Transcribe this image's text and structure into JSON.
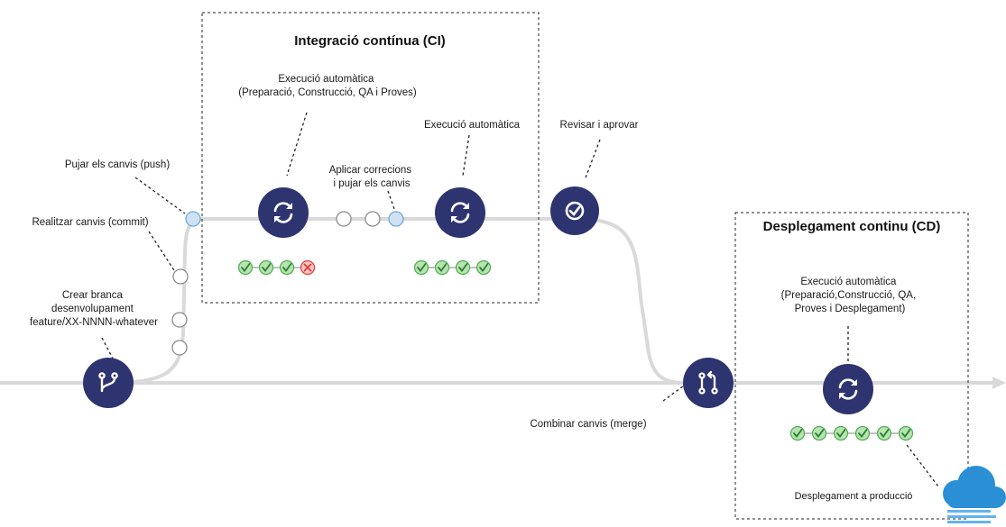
{
  "diagram": {
    "colors": {
      "line": "#d9d9d9",
      "node": "#2e3470",
      "commit_fill": "#ffffff",
      "commit_stroke": "#8a8a8a",
      "push_fill": "#cfe2f3",
      "push_stroke": "#6fa8dc",
      "check_fill": "#b6e3b0",
      "check_stroke": "#4caf50",
      "fail_fill": "#f4c7c7",
      "fail_stroke": "#e53935",
      "cloud": "#2b8fd6"
    },
    "boxes": {
      "ci_title": "Integració contínua (CI)",
      "cd_title": "Desplegament continu (CD)"
    },
    "labels": {
      "ci_auto_1": [
        "Execució automàtica",
        "(Preparació, Construcció, QA i Proves)"
      ],
      "ci_auto_2": [
        "Execució automàtica"
      ],
      "apply_fixes": [
        "Aplicar correcions",
        "i pujar els canvis"
      ],
      "review": [
        "Revisar i aprovar"
      ],
      "push": [
        "Pujar els canvis (push)"
      ],
      "commit": [
        "Realitzar canvis (commit)"
      ],
      "create_branch": [
        "Crear branca",
        "desenvolupament",
        "feature/XX-NNNN-whatever"
      ],
      "merge": [
        "Combinar canvis (merge)"
      ],
      "cd_auto": [
        "Execució automàtica",
        "(Preparació,Construcció, QA,",
        "Proves i Desplegament)"
      ],
      "deploy_prod": [
        "Desplegament a producció"
      ]
    },
    "icons": {
      "branch": "git-branch-icon",
      "sync": "sync-icon",
      "approve": "check-circle-icon",
      "merge": "git-pull-request-icon",
      "cloud": "cloud-deploy-icon"
    },
    "status_rows": {
      "ci_first_run": [
        "pass",
        "pass",
        "pass",
        "fail"
      ],
      "ci_second_run": [
        "pass",
        "pass",
        "pass",
        "pass"
      ],
      "cd_run": [
        "pass",
        "pass",
        "pass",
        "pass",
        "pass",
        "pass"
      ]
    }
  }
}
